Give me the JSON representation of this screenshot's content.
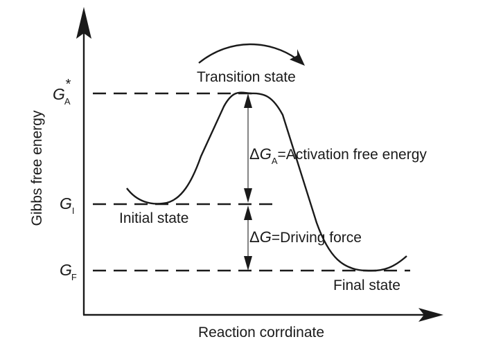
{
  "axes": {
    "y_label": "Gibbs free energy",
    "x_label": "Reaction corrdinate"
  },
  "levels": {
    "transition": {
      "symbol": "G",
      "subscript": "A",
      "superscript": "*"
    },
    "initial": {
      "symbol": "G",
      "subscript": "I"
    },
    "final": {
      "symbol": "G",
      "subscript": "F"
    }
  },
  "states": {
    "transition": "Transition state",
    "initial": "Initial state",
    "final": "Final state"
  },
  "annotations": {
    "activation": {
      "delta": "Δ",
      "symbol": "G",
      "subscript": "A",
      "text": "=Activation free energy"
    },
    "driving": {
      "delta": "Δ",
      "symbol": "G",
      "text": "=Driving force"
    }
  },
  "colors": {
    "ink": "#1a1a1a",
    "guide": "#666666",
    "background": "#ffffff"
  }
}
